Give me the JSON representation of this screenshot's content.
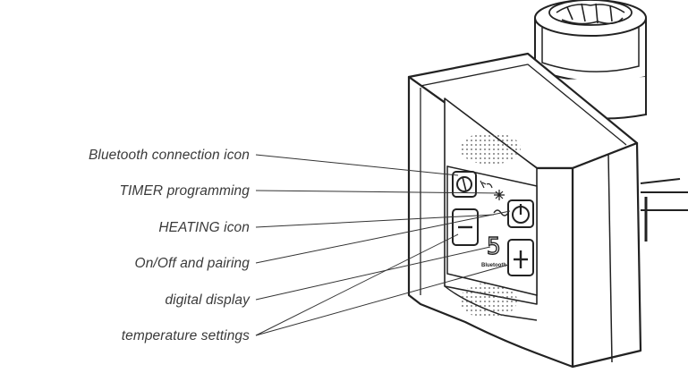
{
  "labels": {
    "bluetooth": "Bluetooth connection icon",
    "timer": "TIMER programming",
    "heating": "HEATING icon",
    "onoff": "On/Off and pairing",
    "display": "digital display",
    "temperature": "temperature settings"
  },
  "device": {
    "display_value": "5",
    "brand_text": "Bluetooth"
  },
  "icons": [
    "bluetooth-icon",
    "timer-icon",
    "heating-icon",
    "power-icon",
    "minus-icon",
    "plus-icon"
  ]
}
